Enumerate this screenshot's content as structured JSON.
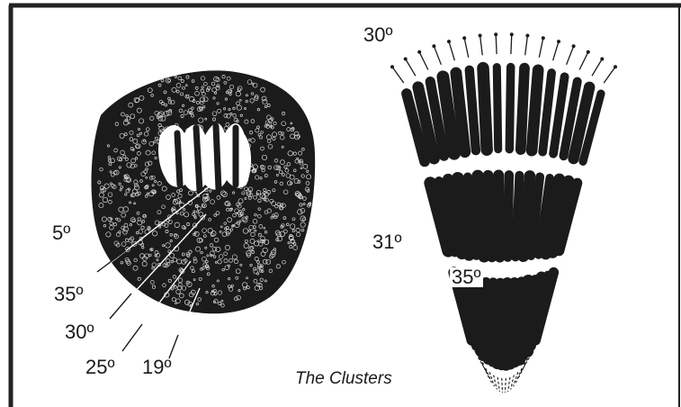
{
  "labels": {
    "left": [
      "5º",
      "35º",
      "30º",
      "25º",
      "19º"
    ],
    "right_top": "30º",
    "right_mid": "31º",
    "right_center": "35º"
  },
  "caption": "The Clusters",
  "colors": {
    "ink": "#1a1a1a",
    "paper": "#ffffff",
    "frame": "#222222"
  }
}
